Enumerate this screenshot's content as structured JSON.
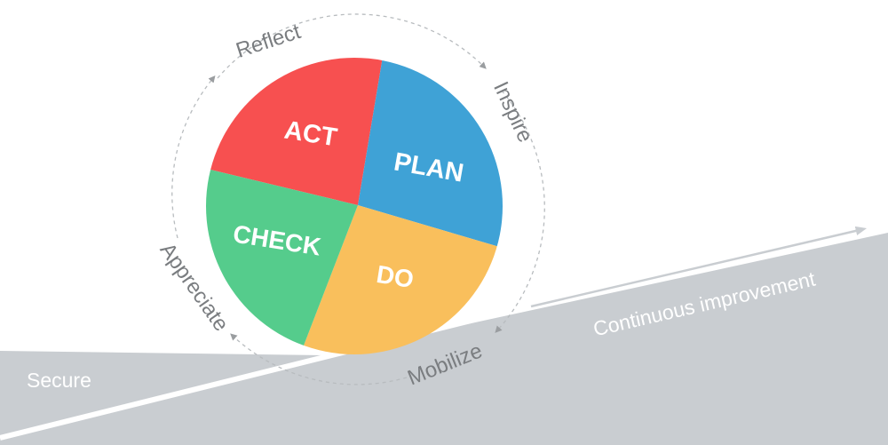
{
  "segments": {
    "act": {
      "label": "ACT",
      "color": "#F75050"
    },
    "plan": {
      "label": "PLAN",
      "color": "#3FA2D6"
    },
    "do": {
      "label": "DO",
      "color": "#F9BF5C"
    },
    "check": {
      "label": "CHECK",
      "color": "#55CC8C"
    }
  },
  "cycle": {
    "reflect": "Reflect",
    "inspire": "Inspire",
    "mobilize": "Mobilize",
    "appreciate": "Appreciate"
  },
  "slope": {
    "secure": "Secure",
    "continuous": "Continuous improvement"
  },
  "colors": {
    "slope_fill": "#C9CDD1",
    "ring_text": "#7A7D80",
    "ring_dash": "#B8BCBF"
  }
}
